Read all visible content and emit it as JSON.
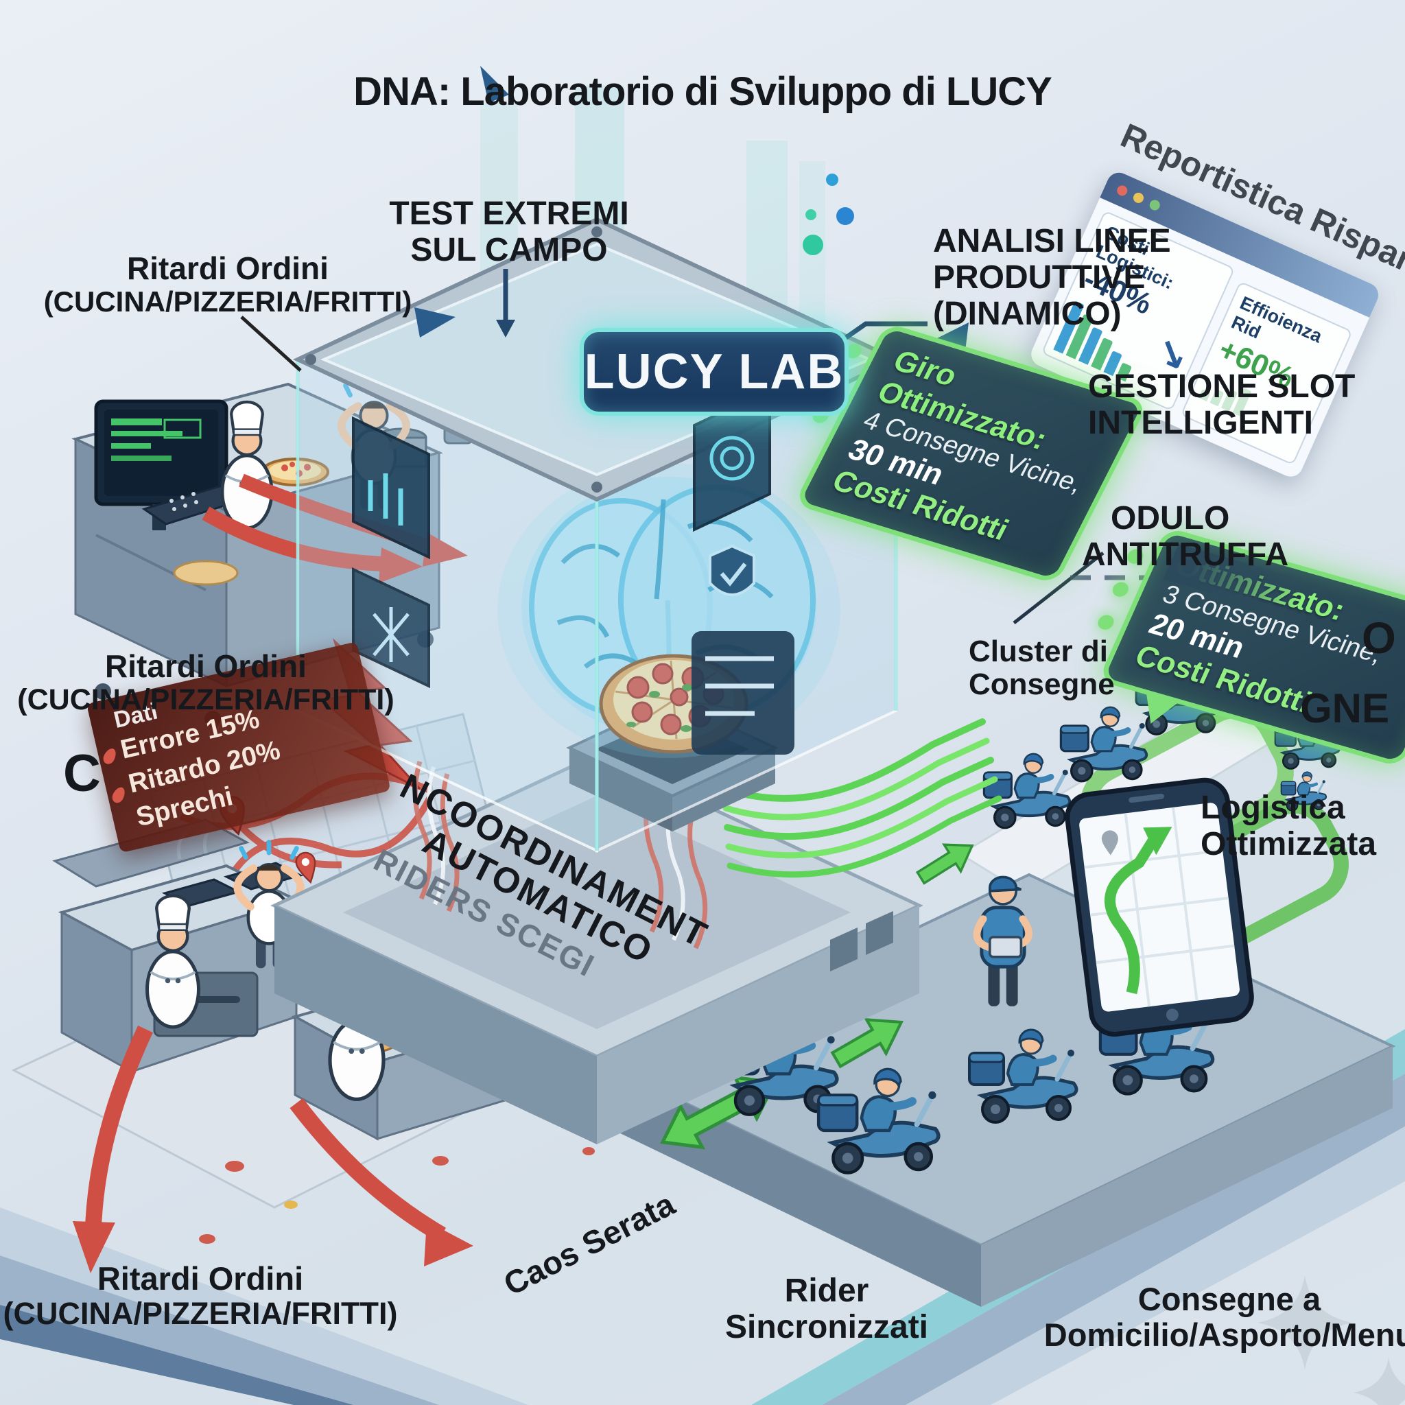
{
  "title": "DNA: Laboratorio di Sviluppo di LUCY",
  "lab_sign": "LUCY LAB",
  "callouts": {
    "ritardi_top": {
      "l1": "Ritardi Ordini",
      "l2": "(CUCINA/PIZZERIA/FRITTI)"
    },
    "test_estremi": {
      "l1": "TEST EXTREMI",
      "l2": "SUL CAMPO"
    },
    "analisi": {
      "l1": "ANALISI LINEE",
      "l2": "PRODUTTIVE",
      "l3": "(DINAMICO)"
    },
    "gestione_slot": {
      "l1": "GESTIONE SLOT",
      "l2": "INTELLIGENTI"
    },
    "modulo_antitruffa": {
      "l1": "ODULO",
      "l2": "ANTITRUFFA"
    },
    "cluster_consegne": {
      "l1": "Cluster di",
      "l2": "Consegne"
    },
    "ritardi_mid": {
      "l1": "Ritardi Ordini",
      "l2": "(CUCINA/PIZZERIA/FRITTI)"
    },
    "ritardi_bottom": {
      "l1": "Ritardi Ordini",
      "l2": "(CUCINA/PIZZERIA/FRITTI)"
    },
    "logistica": {
      "l1": "Logistica",
      "l2": "Ottimizzata"
    },
    "rider_sincronizzati": {
      "l1": "Rider",
      "l2": "Sincronizzati"
    },
    "consegne_domicilio": {
      "l1": "Consegne a",
      "l2": "Domicilio/Asporto/Menu"
    },
    "caos_serata": "Caos Serata",
    "coordinamento": {
      "l1": "NCOORDINAMENT",
      "l2": "AUTOMATICO",
      "l3": "RIDERS SCEGI"
    },
    "truncated": {
      "c": "C",
      "o": "O",
      "gne": "GNE"
    }
  },
  "report_window": {
    "title": "Reportistica Risparmio",
    "cards": [
      {
        "label": "Costi Logistici:",
        "value": "-40%"
      },
      {
        "label": "Effioienza Rid",
        "value": "+60%"
      }
    ]
  },
  "alert_panel": {
    "heading": "Dati",
    "lines": [
      "Errore 15%",
      "Ritardo 20%",
      "Sprechi"
    ]
  },
  "bubble_primary": {
    "title": "Giro Ottimizzato:",
    "detail": "4 Consegne Vicine,",
    "time": "30 min",
    "footer": "Costi Ridotti"
  },
  "bubble_secondary": {
    "title": "Ottimizzato:",
    "detail": "3 Consegne Vicine,",
    "time": "20 min",
    "footer": "Costi Ridotti"
  },
  "icons": {
    "trend_down": "↘",
    "window_dots": "close-minimize-maximize",
    "map_pin": "map-pin",
    "sparkle": "four-point-star",
    "led_dots": "status-leds",
    "brain": "ai-brain-hologram",
    "pizza": "pepperoni-pizza"
  },
  "colors": {
    "background": "#dfe6ee",
    "sign_bg": "#1c3c63",
    "accent_cyan": "#7fe3de",
    "bubble_bg": "#2c4a5c",
    "bubble_green": "#7fe07a",
    "alert_red": "#cf4f44",
    "panel_dark_red": "#5a1d14",
    "navy_text": "#1d3f66",
    "positive_green": "#3da24b",
    "rider_blue": "#3d83b4"
  }
}
